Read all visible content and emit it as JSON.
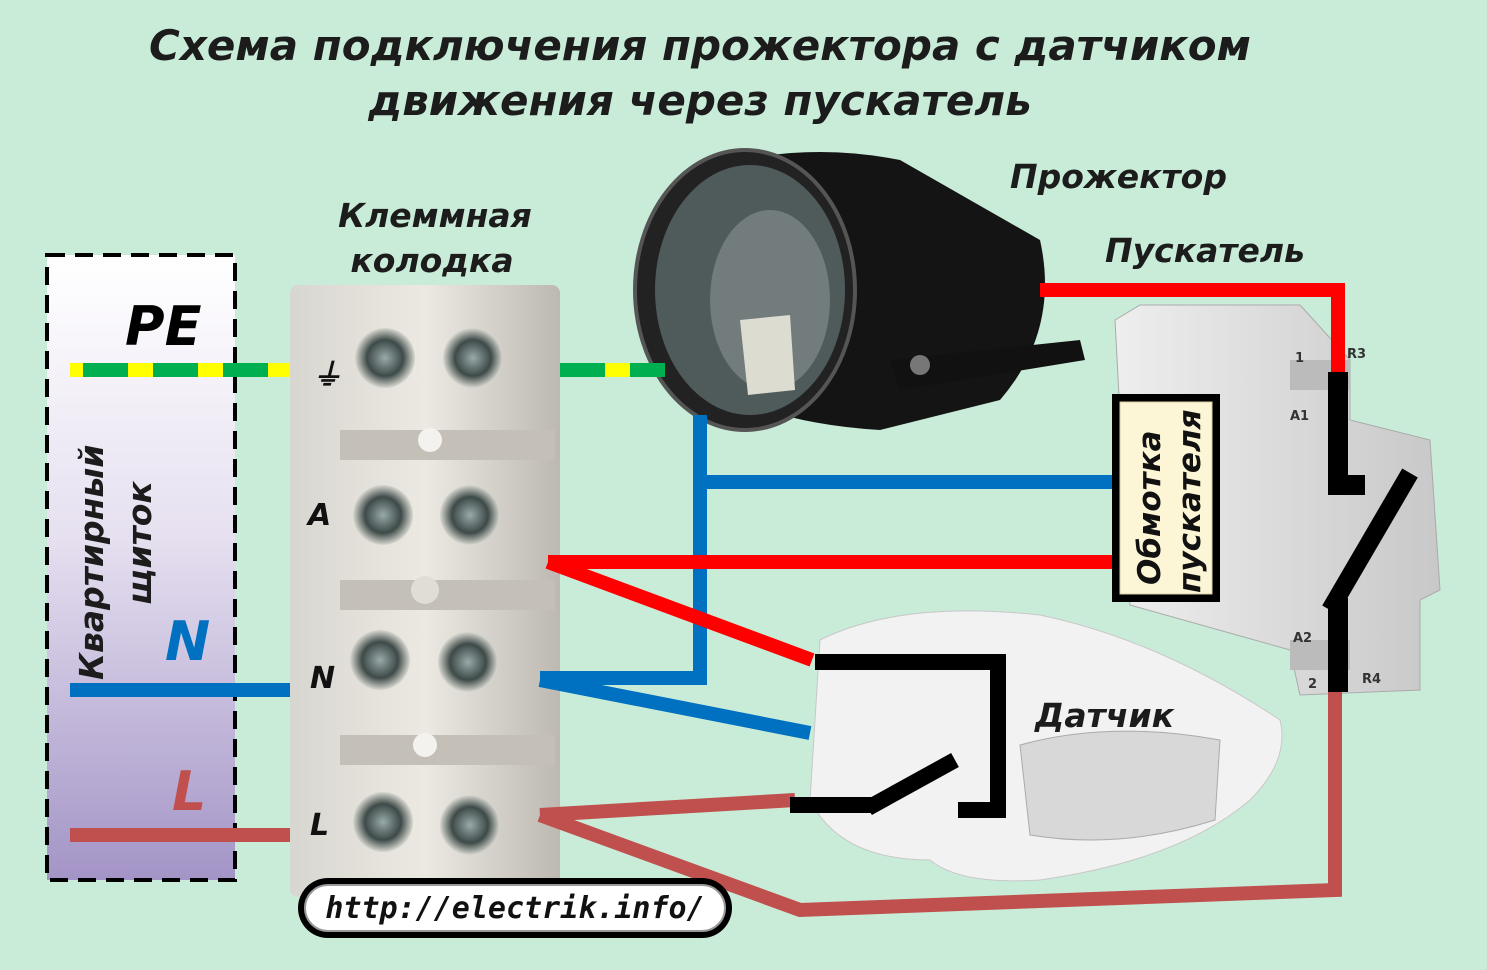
{
  "title": {
    "line1": "Схема подключения прожектора с датчиком",
    "line2": "движения через пускатель"
  },
  "panel": {
    "label_line1": "Квартирный",
    "label_line2": "щиток",
    "pe": "PE",
    "n": "N",
    "l": "L"
  },
  "terminal_block": {
    "label_line1": "Клеммная",
    "label_line2": "колодка",
    "ground_symbol": "⏚",
    "a": "A",
    "n": "N",
    "l": "L"
  },
  "floodlight": {
    "label": "Прожектор"
  },
  "contactor": {
    "label": "Пускатель",
    "coil_line1": "Обмотка",
    "coil_line2": "пускателя",
    "marks": [
      "1",
      "R3",
      "A1",
      "A2",
      "2",
      "R4"
    ]
  },
  "sensor": {
    "label": "Датчик"
  },
  "url": "http://electrik.info/",
  "colors": {
    "background": "#c9ecd9",
    "phase_red": "#ff0000",
    "phase_brown": "#c0504d",
    "neutral_blue": "#0070c0",
    "pe_green": "#00b050",
    "pe_yellow": "#ffff00"
  }
}
